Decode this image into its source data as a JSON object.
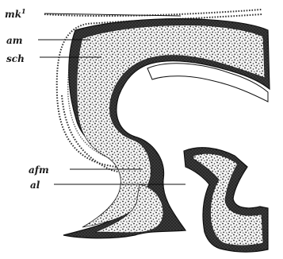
{
  "figure": {
    "labels": [
      {
        "id": "mk",
        "text": "mk",
        "sup": "1"
      },
      {
        "id": "am",
        "text": "am"
      },
      {
        "id": "sch",
        "text": "sch"
      },
      {
        "id": "afm",
        "text": "afm"
      },
      {
        "id": "al",
        "text": "al"
      }
    ]
  }
}
